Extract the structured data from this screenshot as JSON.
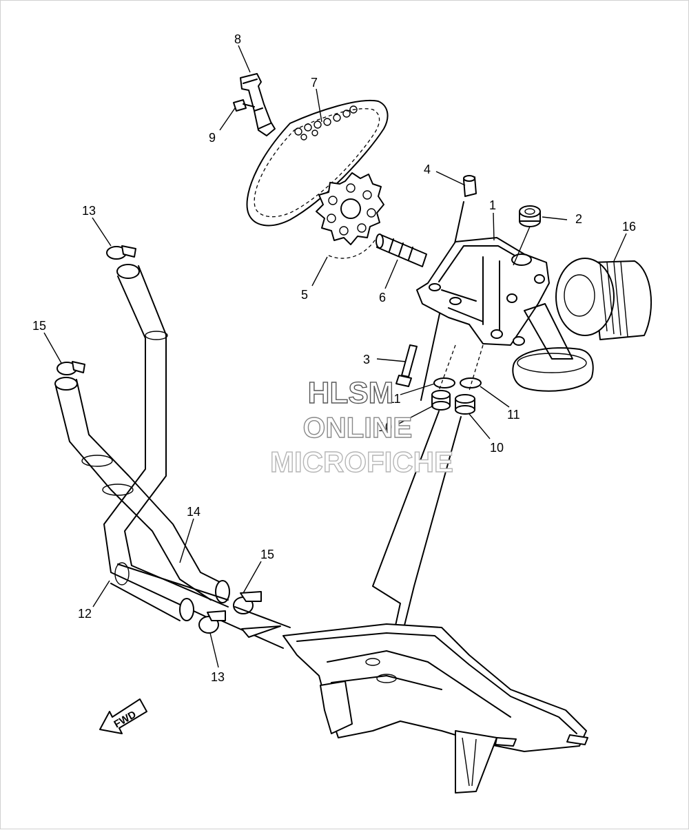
{
  "diagram": {
    "callouts": {
      "p1": "1",
      "p2": "2",
      "p3": "3",
      "p4": "4",
      "p5": "5",
      "p6": "6",
      "p7": "7",
      "p8": "8",
      "p9": "9",
      "p10a": "10",
      "p10b": "10",
      "p11a": "11",
      "p11b": "11",
      "p12": "12",
      "p13a": "13",
      "p13b": "13",
      "p14": "14",
      "p15a": "15",
      "p15b": "15",
      "p16": "16"
    },
    "fwd_label": "FWD"
  },
  "watermark": {
    "line1": "HLSM",
    "line2": "ONLINE",
    "line3": "MICROFICHE"
  },
  "colors": {
    "line": "#000000",
    "background": "#ffffff",
    "watermark_dark": "#555555",
    "watermark_mid": "#888888",
    "watermark_light": "#b5b5b5"
  }
}
